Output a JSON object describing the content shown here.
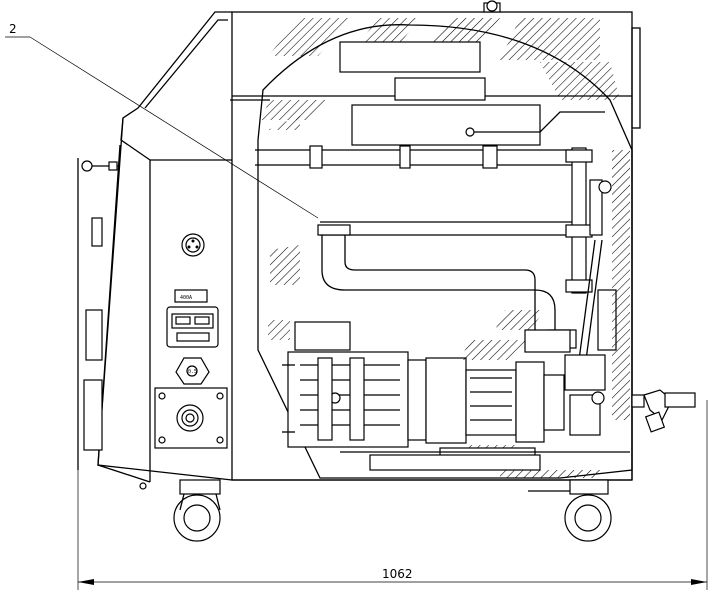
{
  "callouts": [
    {
      "label": "2"
    }
  ],
  "dimensions": [
    {
      "value": "1062"
    }
  ],
  "panel_labels": {
    "rating_plate": "400A",
    "indicator": "0.5"
  }
}
